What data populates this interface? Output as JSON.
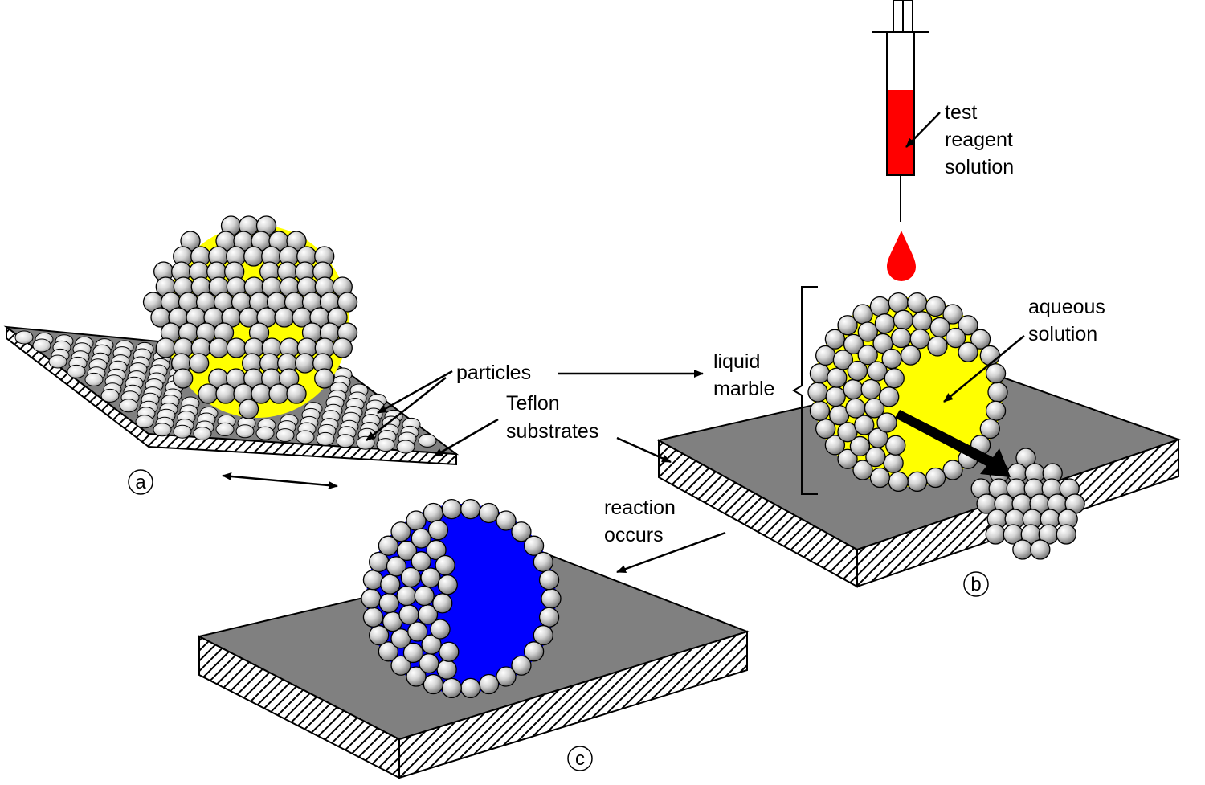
{
  "colors": {
    "background": "#ffffff",
    "substrate_top": "#808080",
    "substrate_hatch": "#000000",
    "particle_fill": "#c8c8c8",
    "particle_highlight": "#ffffff",
    "aqueous_yellow": "#ffff00",
    "reacted_blue": "#0000ff",
    "reagent_red": "#ff0000"
  },
  "labels": {
    "particles": "particles",
    "teflon_line1": "Teflon",
    "teflon_line2": "substrates",
    "liquid_line1": "liquid",
    "liquid_line2": "marble",
    "aqueous_line1": "aqueous",
    "aqueous_line2": "solution",
    "test_line1": "test",
    "test_line2": "reagent",
    "test_line3": "solution",
    "reaction_line1": "reaction",
    "reaction_line2": "occurs"
  },
  "panels": {
    "a": "a",
    "b": "b",
    "c": "c"
  },
  "icons": [
    "syringe-icon",
    "droplet-icon",
    "double-arrow-icon"
  ]
}
